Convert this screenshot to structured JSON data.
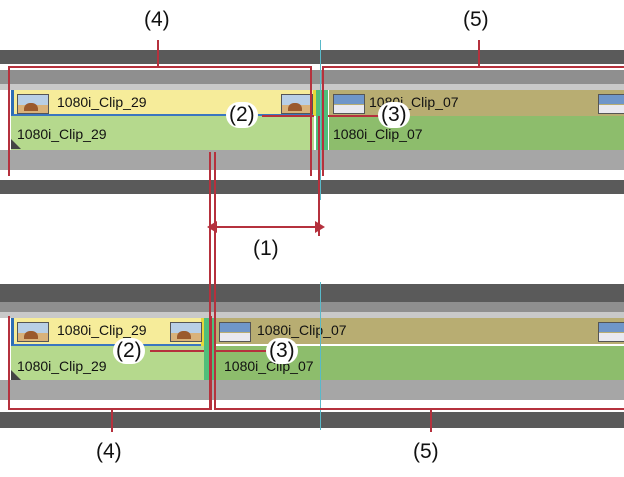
{
  "labels": {
    "four": "(4)",
    "five": "(5)",
    "one": "(1)",
    "two": "(2)",
    "three": "(3)"
  },
  "clips": {
    "left_name": "1080i_Clip_29",
    "right_name": "1080i_Clip_07",
    "left_audio": "1080i_Clip_29",
    "right_audio": "1080i_Clip_07"
  },
  "colors": {
    "annotation_red": "#b5313d",
    "clip_yellow": "#f6ec9a",
    "clip_olive": "#b8ad72",
    "audio_light": "#b5d98d",
    "audio_green": "#8dbd6c",
    "transition": "#4fbe7a",
    "timeline_dark": "#5a5a5a",
    "playhead": "#59b9c9"
  },
  "icons": [
    "desert-thumbnail-icon",
    "sea-thumbnail-icon"
  ]
}
